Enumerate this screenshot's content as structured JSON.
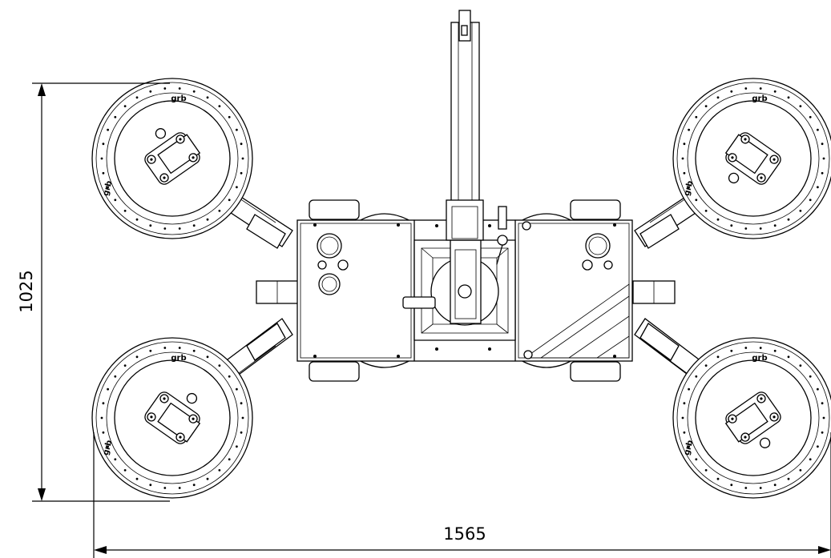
{
  "dimensions": {
    "height": "1025",
    "width": "1565"
  },
  "pad_label": "grb"
}
